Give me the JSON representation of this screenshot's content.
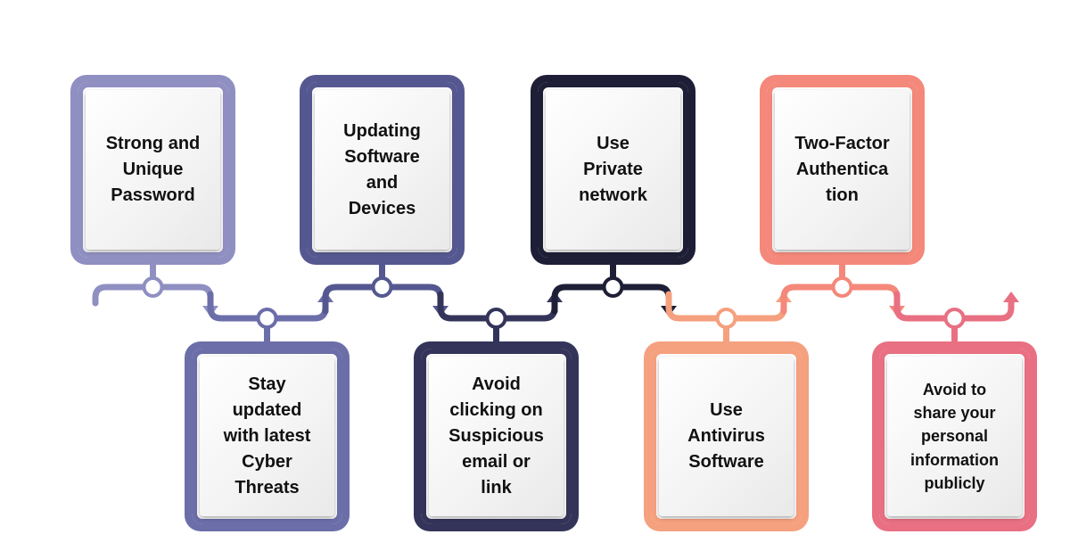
{
  "diagram": {
    "steps": [
      {
        "label": "Strong and\nUnique\nPassword",
        "color": "#8f8fc2"
      },
      {
        "label": "Stay\nupdated\nwith latest\nCyber\nThreats",
        "color": "#6b6ea8"
      },
      {
        "label": "Updating\nSoftware\nand\nDevices",
        "color": "#555890"
      },
      {
        "label": "Avoid\nclicking on\nSuspicious\nemail or\nlink",
        "color": "#34345a"
      },
      {
        "label": "Use\nPrivate\nnetwork",
        "color": "#1e1e36"
      },
      {
        "label": "Use\nAntivirus\nSoftware",
        "color": "#f5a07e"
      },
      {
        "label": "Two-Factor\nAuthentica\ntion",
        "color": "#f4887a"
      },
      {
        "label": "Avoid to\nshare your\npersonal\ninformation\npublicly",
        "color": "#e87082"
      }
    ]
  }
}
